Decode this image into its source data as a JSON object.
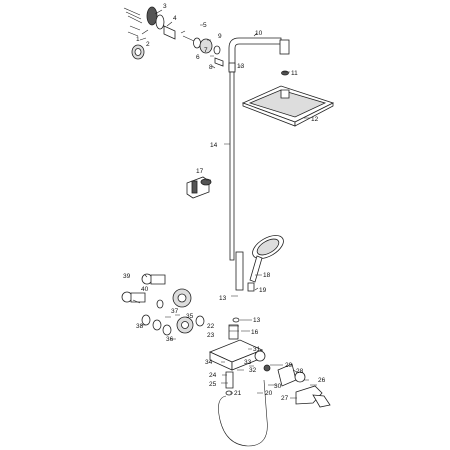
{
  "diagram": {
    "part_labels": {
      "p1": "1",
      "p2": "2",
      "p3": "3",
      "p4": "4",
      "p5": "5",
      "p6": "6",
      "p7": "7",
      "p8": "8",
      "p9": "9",
      "p10": "10",
      "p11": "11",
      "p12": "12",
      "p13a": "13",
      "p14": "14",
      "p17": "17",
      "p18": "18",
      "p19": "19",
      "p13b": "13",
      "p13c": "13",
      "p16": "16",
      "p22": "22",
      "p23": "23",
      "p31": "31",
      "p39": "39",
      "p40": "40",
      "p35": "35",
      "p37": "37",
      "p38": "38",
      "p36": "36",
      "p34": "34",
      "p33": "33",
      "p32": "32",
      "p29": "29",
      "p28": "28",
      "p26": "26",
      "p24": "24",
      "p25": "25",
      "p21": "21",
      "p20": "20",
      "p30": "30",
      "p27": "27"
    }
  }
}
